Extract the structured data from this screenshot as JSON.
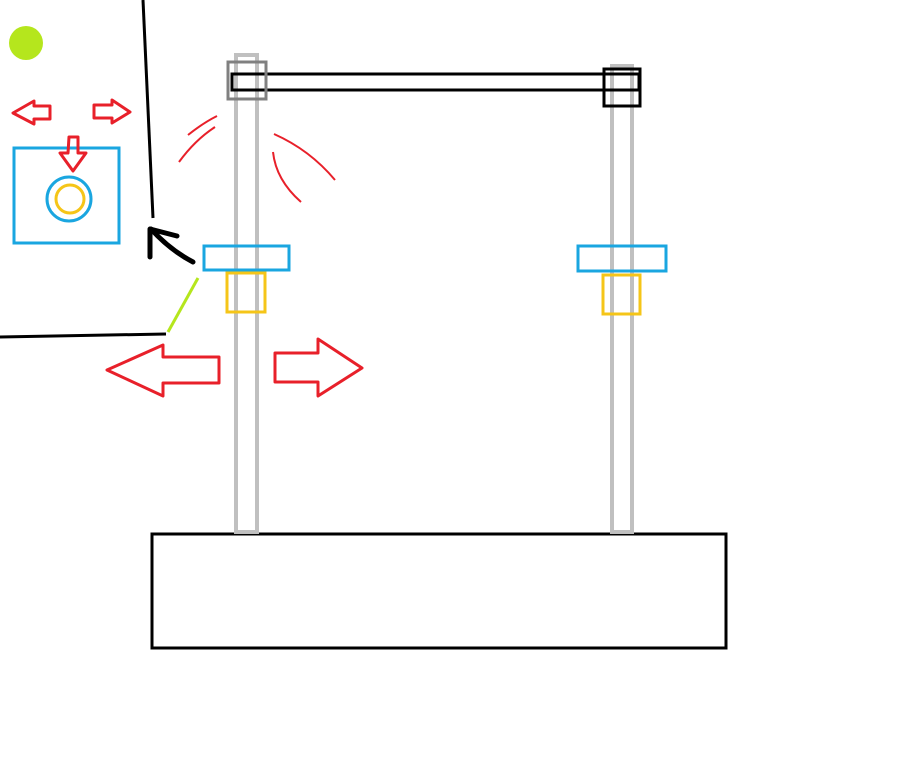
{
  "diagram": {
    "background": "#ffffff",
    "colors": {
      "ink": "#000000",
      "rod": "#c0c0c0",
      "rod_cap": "#808080",
      "slider": "#1aa6e0",
      "clamp": "#f5c518",
      "arrow": "#e8202a",
      "highlight": "#b5e61d"
    },
    "components": [
      "base-plate",
      "left-vertical-rod",
      "right-vertical-rod",
      "top-crossbar",
      "left-rod-cap",
      "right-rod-cap",
      "left-blue-slider",
      "right-blue-slider",
      "left-yellow-clamp",
      "right-yellow-clamp",
      "inset-detail-box",
      "inset-ring-outer",
      "inset-ring-inner",
      "green-dot"
    ],
    "arrows": [
      {
        "name": "big-left-arrow",
        "direction": "left"
      },
      {
        "name": "big-right-arrow",
        "direction": "right"
      },
      {
        "name": "small-left-arrow",
        "direction": "left"
      },
      {
        "name": "small-right-arrow",
        "direction": "right"
      },
      {
        "name": "small-down-arrow",
        "direction": "down"
      },
      {
        "name": "pointer-arrow",
        "direction": "up-left"
      }
    ]
  }
}
